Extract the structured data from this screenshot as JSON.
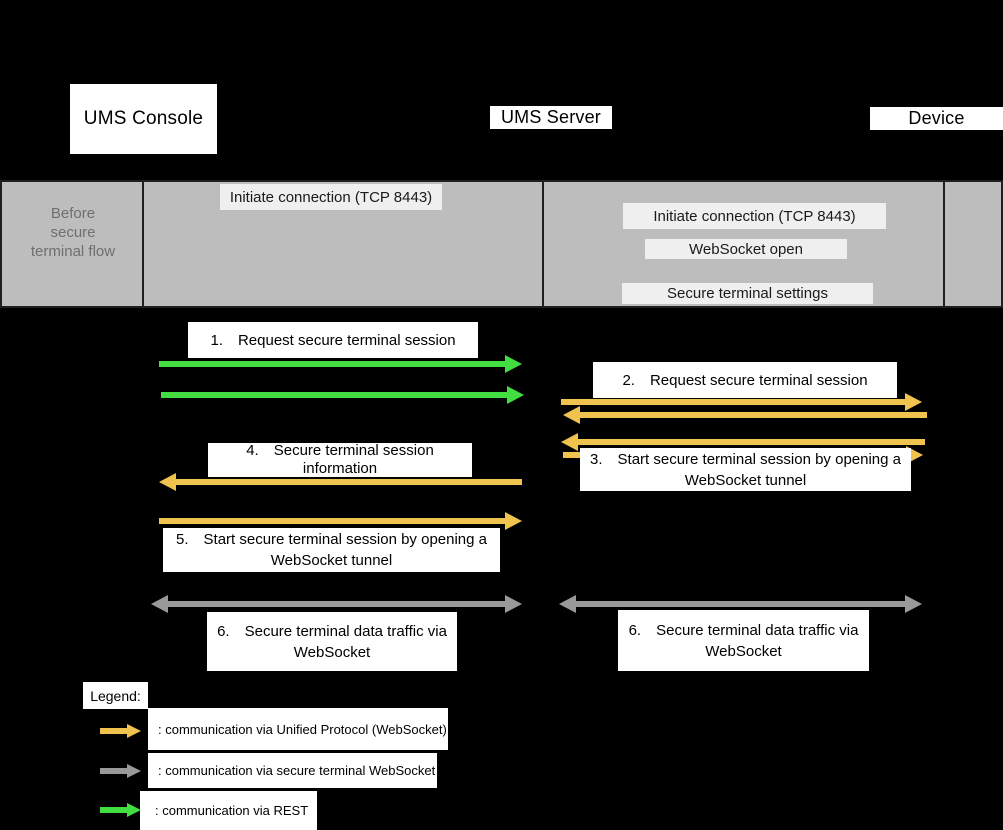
{
  "participants": {
    "console": "UMS Console",
    "server": "UMS Server",
    "device": "Device"
  },
  "pre_flow_band": {
    "section_label": "Before secure terminal flow",
    "messages": [
      {
        "text": "Initiate connection (TCP 8443)",
        "protocol": "rest",
        "direction": "console-to-server"
      },
      {
        "text": "Initiate connection (TCP 8443)",
        "protocol": "unified-websocket",
        "direction": "device-to-server"
      },
      {
        "text": "WebSocket open",
        "protocol": "unified-websocket",
        "direction": "device-to-server"
      },
      {
        "text": "Secure terminal settings",
        "protocol": "unified-websocket",
        "direction": "server-to-device"
      }
    ]
  },
  "steps": [
    {
      "num": "1.",
      "text": "Request secure terminal session",
      "protocol": "rest",
      "direction": "console-to-server"
    },
    {
      "num": "2.",
      "text": "Request secure terminal session",
      "protocol": "unified-websocket",
      "direction": "server-to-device"
    },
    {
      "num": "3.",
      "text": "Start secure terminal session by opening a WebSocket tunnel",
      "protocol": "unified-websocket",
      "direction": "device-to-server"
    },
    {
      "num": "4.",
      "text": "Secure terminal session information",
      "protocol": "unified-websocket",
      "direction": "server-to-console"
    },
    {
      "num": "5.",
      "text": "Start secure terminal session by opening a WebSocket tunnel",
      "protocol": "unified-websocket",
      "direction": "console-to-server"
    },
    {
      "num": "6.",
      "text": "Secure terminal data traffic via WebSocket",
      "protocol": "secure-terminal-websocket",
      "direction": "console-server-bidirectional"
    },
    {
      "num": "6.",
      "text": "Secure terminal data traffic via WebSocket",
      "protocol": "secure-terminal-websocket",
      "direction": "server-device-bidirectional"
    }
  ],
  "legend": {
    "title": "Legend:",
    "items": [
      {
        "label": ": communication via Unified Protocol (WebSocket)",
        "arrow": "unified-websocket-arrow"
      },
      {
        "label": ": communication via secure terminal WebSocket",
        "arrow": "secure-terminal-websocket-arrow"
      },
      {
        "label": ": communication via REST",
        "arrow": "rest-arrow"
      }
    ]
  },
  "colors": {
    "rest_green": "#41DD41",
    "unified_yellow": "#F0C24E",
    "secure_terminal_gray": "#999999",
    "band_background": "#BDBDBD",
    "band_label_background": "#EFEFEF",
    "page_background": "#000000"
  }
}
